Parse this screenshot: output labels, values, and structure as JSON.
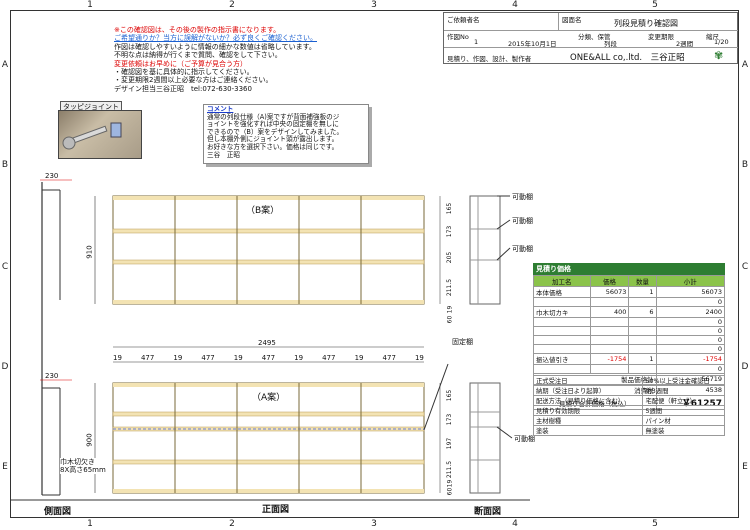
{
  "grid": {
    "cols": [
      "1",
      "2",
      "3",
      "4",
      "5"
    ],
    "rows": [
      "A",
      "B",
      "C",
      "D",
      "E"
    ]
  },
  "notes": {
    "l1": "※この確認図は、その後の製作の指示書になります。",
    "l2": "ご希望通りか？当方に誤解がないか？必ず良くご確認ください。",
    "l3": "作図は確認しやすいように情報の細かな数値は省略しています。",
    "l4": "不明な点は納得が行くまで質問、確認をして下さい。",
    "l5": "変更依頼はお早めに（ご予算が見合う方）",
    "l6": "・確認図を基に具体的に指示してください。",
    "l7": "・変更期限2週間以上必要な方はご連絡ください。",
    "l8": "デザイン担当三谷正昭　tel:072-630-3360"
  },
  "titleblock": {
    "client_label": "ご依頼者名",
    "drawing_label": "図面名",
    "drawing_name": "列段見積り確認図",
    "rev_label": "作図No",
    "rev": "1",
    "date": "2015年10月1日",
    "category_label": "分類、保管",
    "category": "列段",
    "change_label": "変更期限",
    "designer": "2週間",
    "scale_label": "縮尺",
    "scale": "1/20",
    "credit_label": "見積り、作図、設計、製作者",
    "company": "ONE&ALL co,.ltd.　三谷正昭"
  },
  "tappi": {
    "label": "タッピジョイント"
  },
  "comment": {
    "title": "コメント",
    "l1": "通常の列段仕様（A)案ですが背面補強板のジ",
    "l2": "ョイントを強化すれば中央の固定棚を無しに",
    "l3": "できるので（B）案をデザインしてみました。",
    "l4": "但し本棚外側にジョイント頭が露出します。",
    "l5": "お好きな方を選択下さい。価格は同じです。",
    "l6": "三谷　正昭"
  },
  "views": {
    "side": "側面図",
    "front": "正面図",
    "section": "断面図",
    "planB": "（B案）",
    "planA": "（A案）"
  },
  "dims": {
    "side_depth": "230",
    "side_depth2": "230",
    "height_b": "910",
    "height_a": "900",
    "total_width": "2495",
    "seg": [
      "19",
      "477",
      "19",
      "477",
      "19",
      "477",
      "19",
      "477",
      "19",
      "477",
      "19"
    ],
    "sec_b": [
      "165",
      "173",
      "205",
      "211.5",
      "19",
      "60"
    ],
    "sec_a": [
      "165",
      "173",
      "197",
      "211.5",
      "19",
      "60"
    ],
    "notch": "巾木切欠き",
    "notch_size": "8X高さ65mm"
  },
  "callouts": {
    "movable1": "可動棚",
    "movable2": "可動棚",
    "movable3": "可動棚",
    "fixed": "固定棚",
    "movable4": "可動棚"
  },
  "price": {
    "title": "見積り価格",
    "headers": [
      "加工名",
      "価格",
      "数量",
      "小計"
    ],
    "rows": [
      [
        "本体価格",
        "56073",
        "1",
        "56073"
      ],
      [
        "",
        "",
        "",
        "0"
      ],
      [
        "巾木切カキ",
        "400",
        "6",
        "2400"
      ],
      [
        "",
        "",
        "",
        "0"
      ],
      [
        "",
        "",
        "",
        "0"
      ],
      [
        "",
        "",
        "",
        "0"
      ],
      [
        "",
        "",
        "",
        "0"
      ],
      [
        "振込値引き",
        "-1754",
        "1",
        "-1754"
      ],
      [
        "",
        "",
        "",
        "0"
      ]
    ],
    "product_total_label": "製品価格計",
    "product_total": "56719",
    "tax_label": "消費税",
    "tax": "4538",
    "grand_label": "見積り合計価格（税込）",
    "grand": "￥61257"
  },
  "spec": [
    [
      "正式受注日",
      "50%以上受注金確認日"
    ],
    [
      "納期（受注日より起算）",
      "約3週間"
    ],
    [
      "配送方法（見積り価格に含む）",
      "宅配便（軒立式）"
    ],
    [
      "見積り有効期限",
      "5週間"
    ],
    [
      "主材樹種",
      "パイン材"
    ],
    [
      "塗装",
      "無塗装"
    ]
  ],
  "colors": {
    "wood": "#f3e3b3",
    "wood_edge": "#b99a55",
    "frame": "#444444",
    "accent": "#2e7d32"
  }
}
